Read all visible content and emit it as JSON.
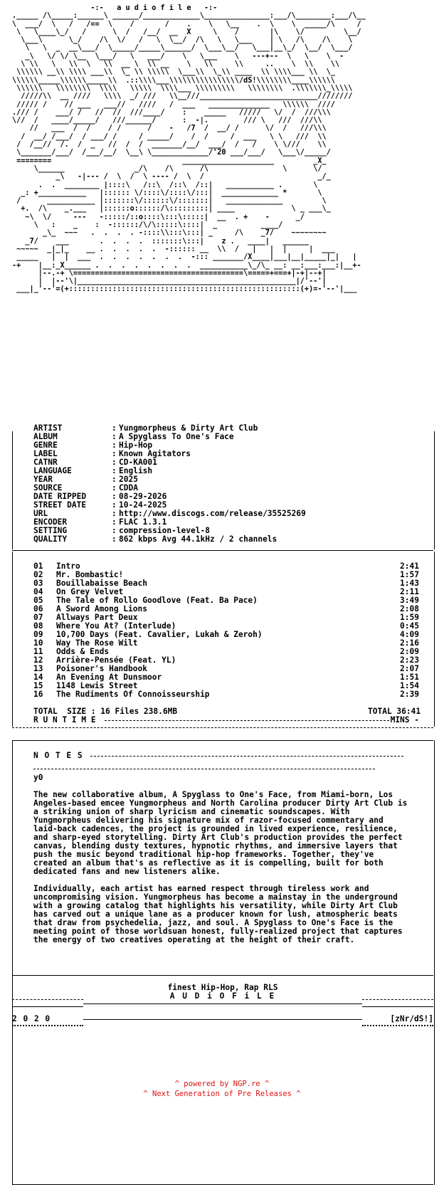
{
  "header": {
    "banner": "-:-   a u d i o f i l e   -:-",
    "tag_dsr": "dS!",
    "year_mark": "20",
    "tag_z": "z"
  },
  "release": [
    {
      "key": "ARTIST",
      "value": "Yungmorpheus & Dirty Art Club"
    },
    {
      "key": "ALBUM",
      "value": "A Spyglass To One's Face"
    },
    {
      "key": "GENRE",
      "value": "Hip-Hop"
    },
    {
      "key": "LABEL",
      "value": "Known Agitators"
    },
    {
      "key": "CATNR",
      "value": "CD-KA001"
    },
    {
      "key": "LANGUAGE",
      "value": "English"
    },
    {
      "key": "YEAR",
      "value": "2025"
    },
    {
      "key": "SOURCE",
      "value": "CDDA"
    },
    {
      "key": "DATE RIPPED",
      "value": "08-29-2026"
    },
    {
      "key": "STREET DATE",
      "value": "10-24-2025"
    },
    {
      "key": "URL",
      "value": "http://www.discogs.com/release/35525269"
    },
    {
      "key": "ENCODER",
      "value": "FLAC 1.3.1"
    },
    {
      "key": "SETTING",
      "value": "compression-level-8"
    },
    {
      "key": "QUALITY",
      "value": "862 kbps Avg 44.1kHz / 2 channels"
    }
  ],
  "tracks": [
    {
      "n": "01",
      "title": "Intro",
      "dur": "2:41"
    },
    {
      "n": "02",
      "title": "Mr. Bombastic!",
      "dur": "1:57"
    },
    {
      "n": "03",
      "title": "Bouillabaisse Beach",
      "dur": "1:43"
    },
    {
      "n": "04",
      "title": "On Grey Velvet",
      "dur": "2:11"
    },
    {
      "n": "05",
      "title": "The Tale of Rollo Goodlove (Feat. Ba Pace)",
      "dur": "3:49"
    },
    {
      "n": "06",
      "title": "A Sword Among Lions",
      "dur": "2:08"
    },
    {
      "n": "07",
      "title": "Allways Part Deux",
      "dur": "1:59"
    },
    {
      "n": "08",
      "title": "Where You At? (Interlude)",
      "dur": "0:45"
    },
    {
      "n": "09",
      "title": "10,700 Days (Feat. Cavalier, Lukah & Zeroh)",
      "dur": "4:09"
    },
    {
      "n": "10",
      "title": "Way The Rose Wilt",
      "dur": "2:16"
    },
    {
      "n": "11",
      "title": "Odds & Ends",
      "dur": "2:09"
    },
    {
      "n": "12",
      "title": "Arrière-Pensée (Feat. YL)",
      "dur": "2:23"
    },
    {
      "n": "13",
      "title": "Poisoner's Handbook",
      "dur": "2:07"
    },
    {
      "n": "14",
      "title": "An Evening At Dunsmoor",
      "dur": "1:51"
    },
    {
      "n": "15",
      "title": "1148 Lewis Street",
      "dur": "1:54"
    },
    {
      "n": "16",
      "title": "The Rudiments Of Connoisseurship",
      "dur": "2:39"
    }
  ],
  "totals": {
    "size_label": "TOTAL  SIZE : 16 Files 238.6MB",
    "total_label": "TOTAL 36:41",
    "runtime_label": "R U N T I M E",
    "mins_label": "MINS -"
  },
  "notes": {
    "heading": "N O T E S",
    "greeting": "y0",
    "p1": "The new collaborative album, A Spyglass to One's Face, from Miami-born, Los Angeles-based emcee Yungmorpheus and North Carolina producer Dirty Art Club is a striking union of sharp lyricism and cinematic soundscapes. With Yungmorpheus delivering his signature mix of razor-focused commentary and laid-back cadences, the project is grounded in lived experience, resilience, and sharp-eyed storytelling. Dirty Art Club's production provides the perfect canvas, blending dusty textures, hypnotic rhythms, and immersive layers that push the music beyond traditional hip-hop frameworks. Together, they've created an album that's as reflective as it is compelling, built for both dedicated fans and new listeners alike.",
    "p2": "Individually, each artist has earned respect through tireless work and uncompromising vision. Yungmorpheus has become a mainstay in the underground with a growing catalog that highlights his versatility, while Dirty Art Club has carved out a unique lane as a producer known for lush, atmospheric beats that draw from psychedelia, jazz, and soul. A Spyglass to One's Face is the meeting point of those worldsuan honest, fully-realized project that captures the energy of two creatives operating at the height of their craft."
  },
  "footer": {
    "line1": "finest Hip-Hop, Rap RLS",
    "line2": "A U D i O F i L E",
    "year": "2 0 2 0",
    "sig": "[zNr/dS!]"
  },
  "powered": {
    "line1": "^ powered by NGP.re ^",
    "line2": "^ Next Generation of Pre Releases ^"
  }
}
